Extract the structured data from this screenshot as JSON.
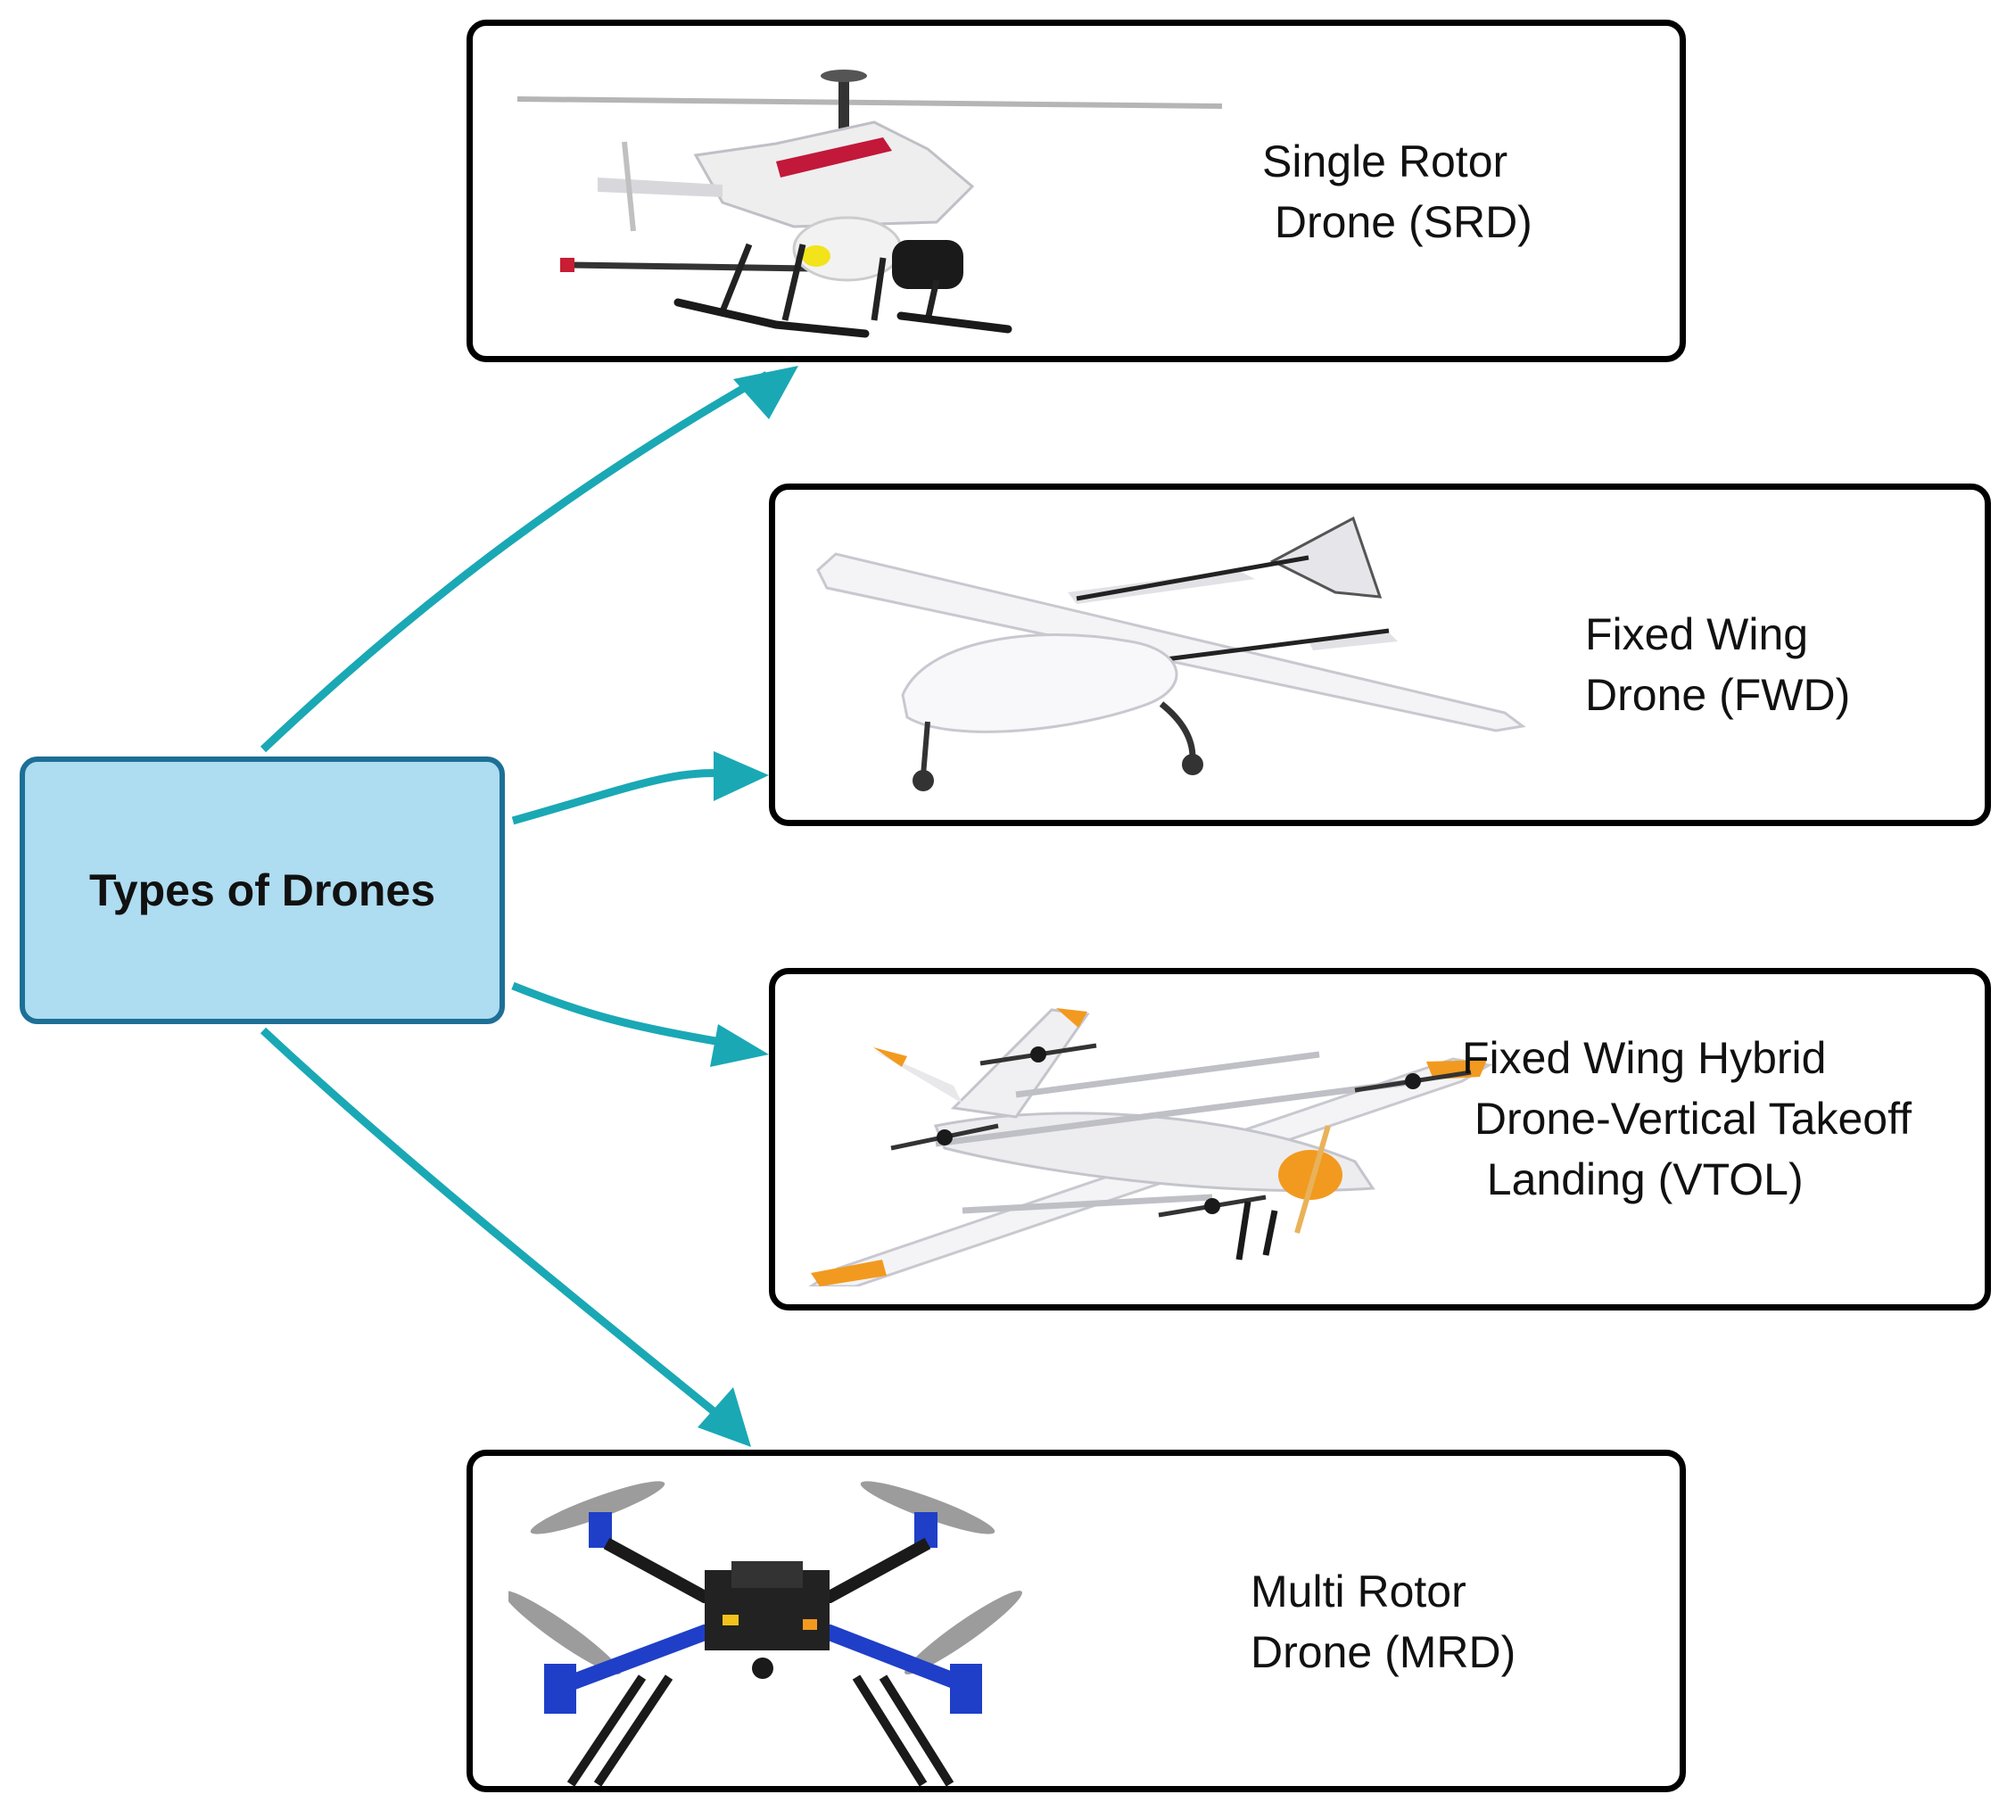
{
  "diagram": {
    "root": {
      "label": "Types of Drones"
    },
    "nodes": [
      {
        "id": "srd",
        "lines": [
          "Single Rotor",
          " Drone (SRD)"
        ]
      },
      {
        "id": "fwd",
        "lines": [
          "Fixed Wing",
          "Drone (FWD)"
        ]
      },
      {
        "id": "vtol",
        "lines": [
          "Fixed Wing Hybrid",
          " Drone-Vertical Takeoff",
          "  Landing (VTOL)"
        ]
      },
      {
        "id": "mrd",
        "lines": [
          "Multi Rotor",
          "Drone (MRD)"
        ]
      }
    ]
  },
  "colors": {
    "arrow": "#1aa8b5",
    "root_fill": "#aedcf0",
    "root_border": "#1d6f96",
    "node_border": "#000000",
    "accent_orange": "#f29a1f",
    "frame_blue": "#1f3fc8"
  },
  "icons": [
    "helicopter-drone-icon",
    "fixed-wing-drone-icon",
    "vtol-drone-icon",
    "quadcopter-drone-icon"
  ]
}
